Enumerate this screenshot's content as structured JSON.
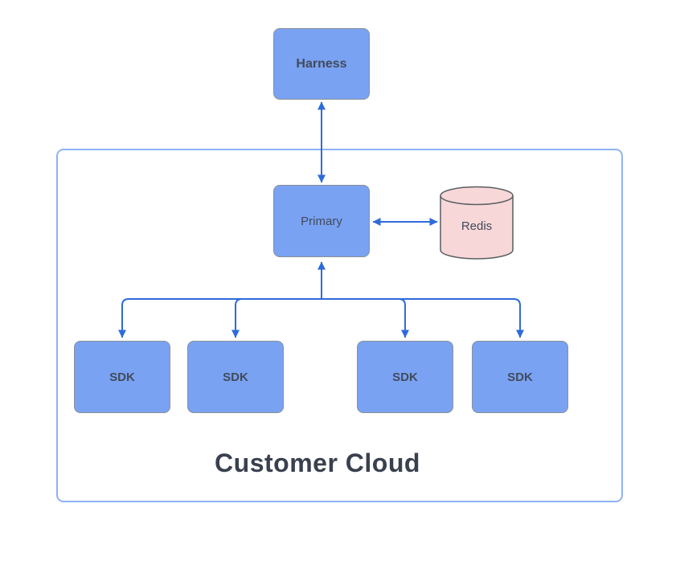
{
  "diagram": {
    "container": {
      "label": "Customer Cloud"
    },
    "nodes": {
      "harness": {
        "label": "Harness",
        "shape": "rectangle"
      },
      "primary": {
        "label": "Primary",
        "shape": "rectangle"
      },
      "redis": {
        "label": "Redis",
        "shape": "cylinder"
      },
      "sdk1": {
        "label": "SDK",
        "shape": "rectangle"
      },
      "sdk2": {
        "label": "SDK",
        "shape": "rectangle"
      },
      "sdk3": {
        "label": "SDK",
        "shape": "rectangle"
      },
      "sdk4": {
        "label": "SDK",
        "shape": "rectangle"
      }
    },
    "edges": [
      {
        "from": "harness",
        "to": "primary",
        "direction": "bidirectional"
      },
      {
        "from": "primary",
        "to": "redis",
        "direction": "bidirectional"
      },
      {
        "from": "primary",
        "to": "sdk1",
        "direction": "bidirectional"
      },
      {
        "from": "primary",
        "to": "sdk2",
        "direction": "bidirectional"
      },
      {
        "from": "primary",
        "to": "sdk3",
        "direction": "bidirectional"
      },
      {
        "from": "primary",
        "to": "sdk4",
        "direction": "bidirectional"
      }
    ],
    "colors": {
      "node_fill": "#7aa2f2",
      "node_border": "#8b9097",
      "cylinder_fill": "#f8d7d8",
      "cylinder_border": "#595d63",
      "container_border": "#8fb1f5",
      "arrow": "#2e6bdb",
      "label_text": "#414b5c",
      "container_label_text": "#39404f",
      "background": "#ffffff"
    }
  }
}
